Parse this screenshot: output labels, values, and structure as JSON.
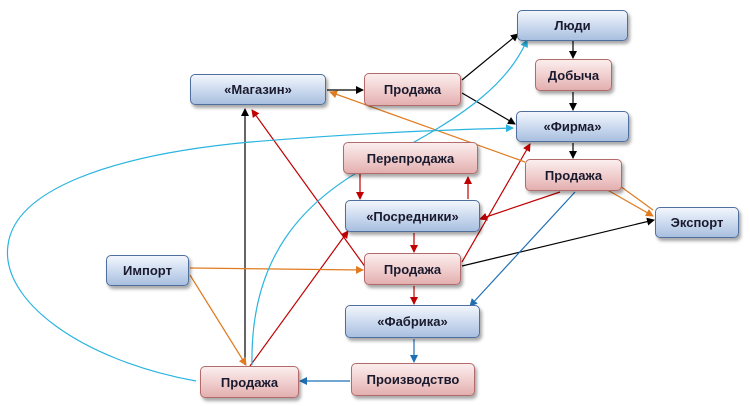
{
  "nodes": {
    "lyudi": "Люди",
    "dobycha": "Добыча",
    "magazin": "«Магазин»",
    "prodazha_top": "Продажа",
    "firma": "«Фирма»",
    "pereprodazha": "Перепродажа",
    "prodazha_firma": "Продажа",
    "posredniki": "«Посредники»",
    "eksport": "Экспорт",
    "import": "Импорт",
    "prodazha_mid": "Продажа",
    "fabrika": "«Фабрика»",
    "prodazha_bottom": "Продажа",
    "proizvodstvo": "Производство"
  },
  "colors": {
    "black": "#000000",
    "red": "#c00000",
    "orange": "#e07b20",
    "blue": "#1f6fb4",
    "cyan": "#2ab4e0"
  }
}
